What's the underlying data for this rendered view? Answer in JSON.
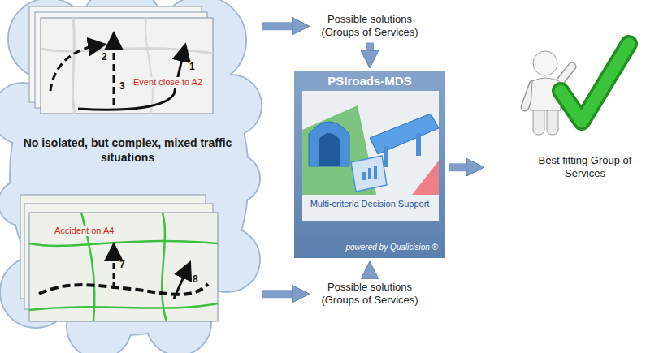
{
  "diagram": {
    "nodes": [
      {
        "text": [
          "No isolated, but complex, mixed traffic situations"
        ]
      },
      {
        "text": [
          "Possible solutions (Groups of Services)"
        ]
      },
      {
        "text": [
          "PSIroads-MDS",
          "Multi-criteria Decision Support",
          "powered by Qualicision ®"
        ]
      },
      {
        "text": [
          "Possible solutions (Groups of Services)"
        ]
      },
      {
        "text": [
          "Best fitting Group of Services"
        ]
      }
    ],
    "edges": [
      {
        "from": 0,
        "to": 1,
        "arrow": "to"
      },
      {
        "from": 0,
        "to": 3,
        "arrow": "to"
      },
      {
        "from": 1,
        "to": 2,
        "arrow": "to"
      },
      {
        "from": 3,
        "to": 2,
        "arrow": "to"
      },
      {
        "from": 2,
        "to": 4,
        "arrow": "to"
      }
    ],
    "labels": [
      "Event close to A2",
      "1",
      "2",
      "3",
      "Accident on A4",
      "7",
      "8"
    ]
  }
}
